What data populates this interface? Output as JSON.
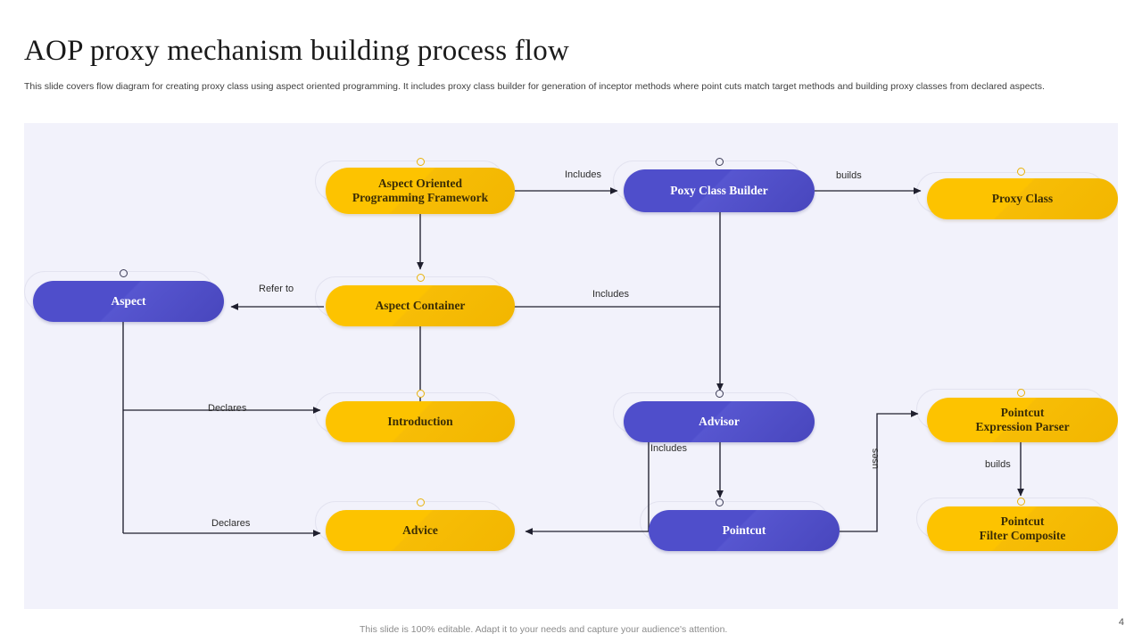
{
  "header": {
    "title": "AOP proxy mechanism building process flow",
    "subtitle": "This slide covers flow diagram for creating proxy  class using aspect oriented programming. It includes proxy class builder for generation of inceptor methods where point cuts  match target methods and building proxy classes from declared aspects."
  },
  "colors": {
    "amber": "#fdc300",
    "blue": "#4f4ecb",
    "canvas_bg": "#f2f2fb",
    "page_bg": "#ffffff",
    "edge": "#1f1f2e",
    "ghost_outline": "#e3e3f0"
  },
  "diagram": {
    "type": "flowchart",
    "nodes": [
      {
        "id": "aop_framework",
        "label": "Aspect Oriented\nProgramming Framework",
        "line1": "Aspect Oriented",
        "line2": "Programming Framework",
        "color": "amber"
      },
      {
        "id": "proxy_builder",
        "label": "Poxy Class Builder",
        "color": "blue"
      },
      {
        "id": "proxy_class",
        "label": "Proxy Class",
        "color": "amber"
      },
      {
        "id": "aspect",
        "label": "Aspect",
        "color": "blue"
      },
      {
        "id": "aspect_container",
        "label": "Aspect Container",
        "color": "amber"
      },
      {
        "id": "introduction",
        "label": "Introduction",
        "color": "amber"
      },
      {
        "id": "advisor",
        "label": "Advisor",
        "color": "blue"
      },
      {
        "id": "pc_expr_parser",
        "label": "Pointcut\nExpression Parser",
        "line1": "Pointcut",
        "line2": "Expression Parser",
        "color": "amber"
      },
      {
        "id": "advice",
        "label": "Advice",
        "color": "amber"
      },
      {
        "id": "pointcut",
        "label": "Pointcut",
        "color": "blue"
      },
      {
        "id": "pc_filter_comp",
        "label": "Pointcut\nFilter Composite",
        "line1": "Pointcut",
        "line2": "Filter Composite",
        "color": "amber"
      }
    ],
    "edges": [
      {
        "from": "aop_framework",
        "to": "proxy_builder",
        "label": "Includes"
      },
      {
        "from": "proxy_builder",
        "to": "proxy_class",
        "label": "builds"
      },
      {
        "from": "aop_framework",
        "to": "aspect_container",
        "label": ""
      },
      {
        "from": "aspect_container",
        "to": "aspect",
        "label": "Refer to"
      },
      {
        "from": "aspect_container",
        "to": "advisor",
        "label": "Includes"
      },
      {
        "from": "aspect_container",
        "to": "introduction",
        "label": ""
      },
      {
        "from": "aspect",
        "to": "introduction",
        "label": "Declares"
      },
      {
        "from": "aspect",
        "to": "advice",
        "label": "Declares"
      },
      {
        "from": "advisor",
        "to": "pointcut",
        "label": "Includes"
      },
      {
        "from": "advisor",
        "to": "advice",
        "label": ""
      },
      {
        "from": "pointcut",
        "to": "pc_expr_parser",
        "label": "uses"
      },
      {
        "from": "pc_expr_parser",
        "to": "pc_filter_comp",
        "label": "builds"
      }
    ]
  },
  "footer": {
    "note": "This slide is 100% editable. Adapt it to your needs and capture your audience's attention.",
    "page_number": "4"
  }
}
